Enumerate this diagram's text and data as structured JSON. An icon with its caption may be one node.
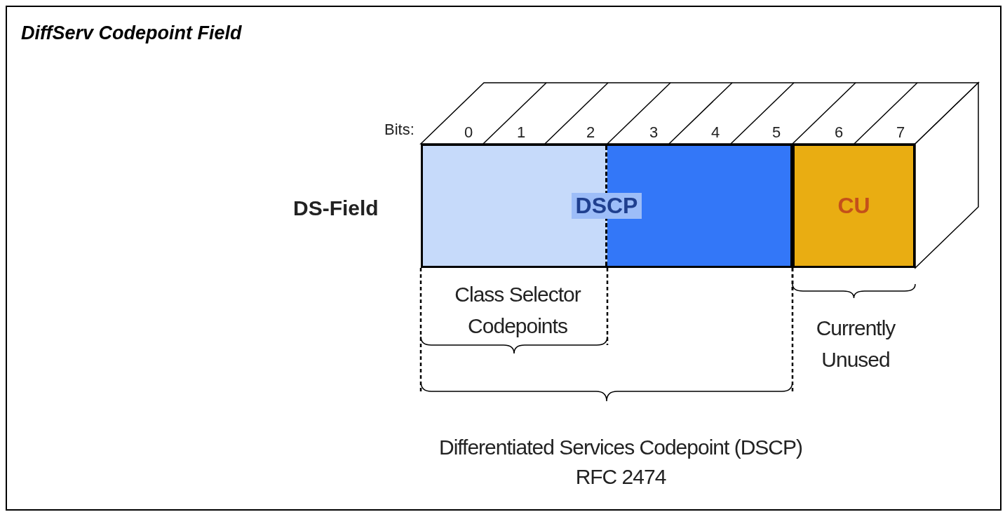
{
  "diagram": {
    "title": "DiffServ Codepoint Field",
    "nodes": [
      {
        "text": [
          "DSCP"
        ]
      },
      {
        "text": [
          "CU"
        ]
      }
    ],
    "edges": [],
    "labels": [
      "Bits:",
      "0",
      "1",
      "2",
      "3",
      "4",
      "5",
      "6",
      "7",
      "DS-Field",
      "Class Selector Codepoints",
      "Currently Unused",
      "Differentiated Services Codepoint (DSCP)",
      "RFC 2474"
    ]
  }
}
